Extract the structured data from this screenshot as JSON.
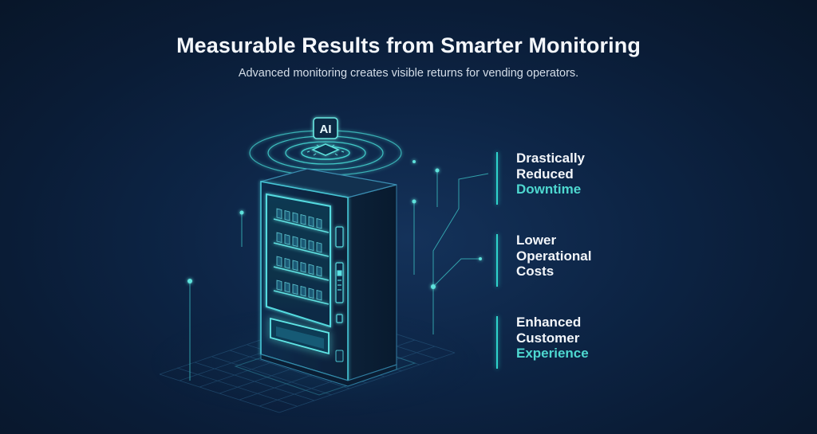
{
  "header": {
    "title": "Measurable Results from Smarter Monitoring",
    "subtitle": "Advanced monitoring creates visible returns for vending operators."
  },
  "illustration": {
    "chip_label": "AI"
  },
  "benefits": [
    {
      "lines": [
        "Drastically",
        "Reduced"
      ],
      "accent": "Downtime"
    },
    {
      "lines": [
        "Lower",
        "Operational",
        "Costs"
      ],
      "accent": ""
    },
    {
      "lines": [
        "Enhanced",
        "Customer"
      ],
      "accent": "Experience"
    }
  ],
  "colors": {
    "background": "#0b1f3a",
    "accent": "#2fd3cb",
    "accent_text": "#4ed8d0",
    "title": "#f4f7fb"
  }
}
